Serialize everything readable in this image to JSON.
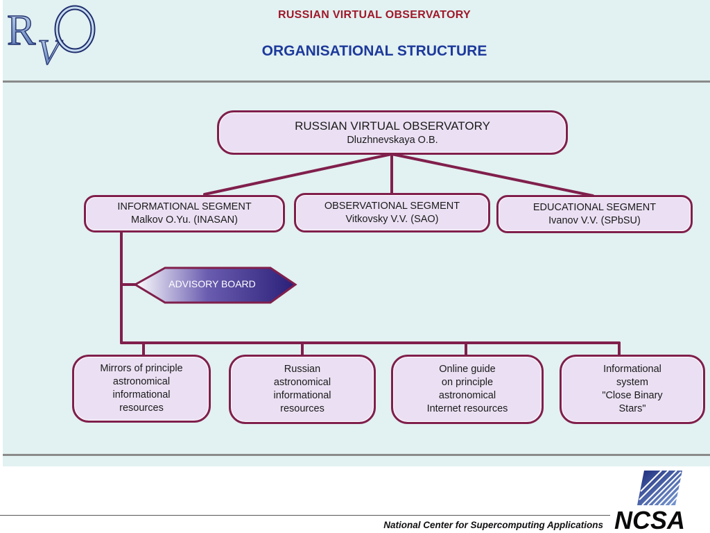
{
  "logo": {
    "text": "RVO",
    "icon": "rvo-logo-icon"
  },
  "header": {
    "title": "RUSSIAN VIRTUAL OBSERVATORY",
    "subtitle": "ORGANISATIONAL STRUCTURE"
  },
  "root": {
    "title": "RUSSIAN VIRTUAL OBSERVATORY",
    "person": "Dluzhnevskaya O.B."
  },
  "segments": [
    {
      "title": "INFORMATIONAL SEGMENT",
      "person": "Malkov O.Yu. (INASAN)"
    },
    {
      "title": "OBSERVATIONAL SEGMENT",
      "person": "Vitkovsky V.V. (SAO)"
    },
    {
      "title": "EDUCATIONAL SEGMENT",
      "person": "Ivanov V.V. (SPbSU)"
    }
  ],
  "advisory_board": "ADVISORY BOARD",
  "resources": [
    {
      "lines": [
        "Mirrors of principle",
        "astronomical",
        "informational",
        "resources"
      ]
    },
    {
      "lines": [
        "Russian",
        "astronomical",
        "informational",
        "resources"
      ]
    },
    {
      "lines": [
        "Online guide",
        "on principle",
        "astronomical",
        "Internet resources"
      ]
    },
    {
      "lines": [
        "Informational",
        "system",
        "\"Close Binary",
        "Stars\""
      ]
    }
  ],
  "footer": {
    "text": "National Center for Supercomputing Applications"
  },
  "ncsa_logo": {
    "text": "NCSA",
    "icon": "ncsa-logo-icon"
  },
  "colors": {
    "background": "#e2f1f1",
    "box_fill": "#ebe0f3",
    "box_border": "#801f4c",
    "connector": "#801f4c",
    "title_red": "#a0182a",
    "title_blue": "#1d3a9c",
    "advisory_fill": "#3a2e8a"
  }
}
